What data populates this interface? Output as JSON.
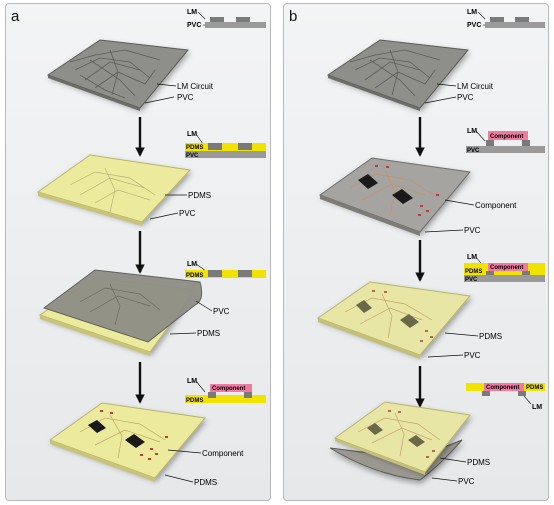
{
  "panels": {
    "a": {
      "label": "a"
    },
    "b": {
      "label": "b"
    }
  },
  "labels": {
    "lm": "LM",
    "pvc": "PVC",
    "pdms": "PDMS",
    "component": "Component",
    "lm_circuit": "LM Circuit"
  },
  "colors": {
    "pvc": "#9a9a9a",
    "lm": "#7a7a7a",
    "pdms": "#f2e200",
    "component": "#f07aa0",
    "plate_gray": "#8e8e8a",
    "plate_yellow": "#ecea9c",
    "arrow": "#111111"
  }
}
